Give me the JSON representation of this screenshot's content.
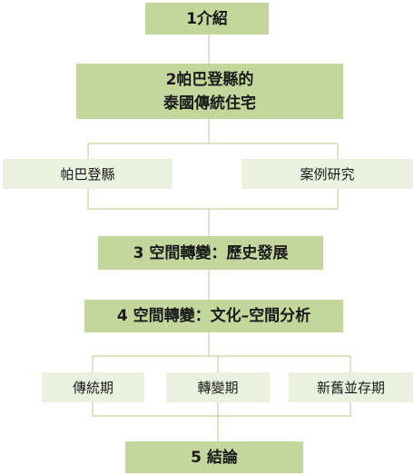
{
  "diagram": {
    "line_color": "#c3d69b",
    "main_fill": "#c3d69b",
    "sub_fill": "#ebf1de",
    "nodes": {
      "intro": "1介紹",
      "thai_house": "2帕巴登縣的\n泰國傳統住宅",
      "phrabadeng": "帕巴登縣",
      "case_study": "案例研究",
      "history": "3 空間轉變：歷史發展",
      "culture": "4 空間轉變：文化–空間分析",
      "traditional": "傳統期",
      "transition": "轉變期",
      "coexist": "新舊並存期",
      "conclusion": "5 結論"
    }
  }
}
